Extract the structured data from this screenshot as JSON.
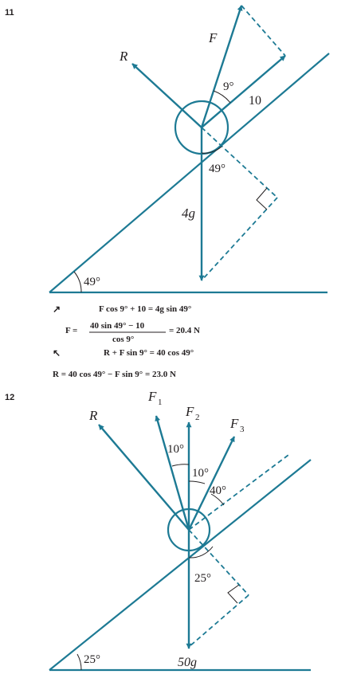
{
  "problem_11": {
    "number": "11",
    "labels": {
      "F": "F",
      "R": "R",
      "angle_small": "9°",
      "force_10": "10",
      "angle_49_a": "49°",
      "weight": "4g",
      "angle_49_b": "49°"
    },
    "working": {
      "line1_arrow": "↗",
      "line1": "F cos 9° + 10 = 4g sin 49°",
      "line2_lhs": "F =",
      "line2_num": "40 sin 49° − 10",
      "line2_den": "cos 9°",
      "line2_rhs": "= 20.4 N",
      "line3_arrow": "↖",
      "line3": "R + F sin 9° = 40 cos 49°",
      "line4": "R = 40 cos 49° − F sin 9° = 23.0 N"
    }
  },
  "problem_12": {
    "number": "12",
    "labels": {
      "R": "R",
      "F1": "F",
      "F1_sub": "1",
      "F2": "F",
      "F2_sub": "2",
      "F3": "F",
      "F3_sub": "3",
      "angle_10_a": "10°",
      "angle_10_b": "10°",
      "angle_40": "40°",
      "angle_25_a": "25°",
      "weight": "50g",
      "angle_25_b": "25°"
    }
  },
  "colors": {
    "teal": "#1d7a94",
    "ink": "#231f20"
  }
}
